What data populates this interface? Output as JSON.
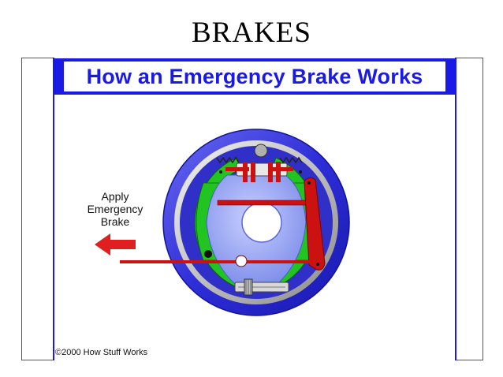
{
  "slide": {
    "title": "BRAKES"
  },
  "figure": {
    "banner_title": "How an Emergency Brake Works",
    "apply_label": "Apply\nEmergency\nBrake",
    "copyright": "©2000 How Stuff Works"
  },
  "colors": {
    "banner_blue": "#1a1ae6",
    "drum_blue": "#3a3ae0",
    "shoe_green": "#22c422",
    "backing_plate": "#9aa8f0",
    "lever_red": "#cc1111",
    "arrow_red": "#e02020"
  }
}
